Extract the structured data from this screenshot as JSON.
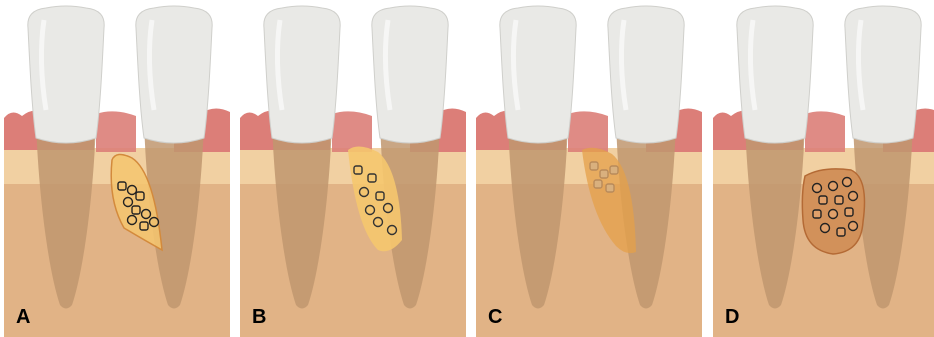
{
  "figure": {
    "panels": [
      {
        "label": "A",
        "stage": "graft-placed"
      },
      {
        "label": "B",
        "stage": "graft-integrating"
      },
      {
        "label": "C",
        "stage": "graft-resorbing"
      },
      {
        "label": "D",
        "stage": "new-bone-formed"
      }
    ]
  },
  "colors": {
    "enamel": "#e9e9e6",
    "root": "#c0976f",
    "gingiva": "#dc7e78",
    "gingiva_dark": "#c45d56",
    "bone": "#e1b386",
    "bone_upper": "#f1d0a2",
    "graft": "#f5c66e",
    "graft_dark": "#e4a04a",
    "new_bone": "#d2915a"
  }
}
